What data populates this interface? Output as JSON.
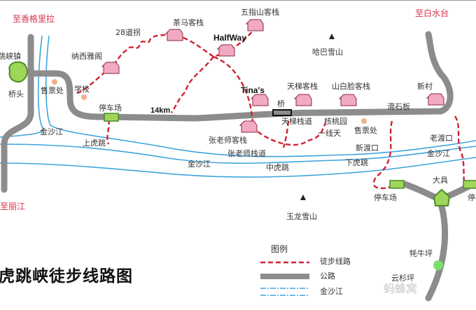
{
  "title": "虎跳峡徒步线路图",
  "colors": {
    "trail": "#d02233",
    "road": "#8c8c8c",
    "river": "#3ea4dc",
    "hotel": "#f2a9c2",
    "parking": "#9ed65a",
    "town": "#9ed65a"
  },
  "directions": {
    "shangrila": "至香格里拉",
    "baishuitai": "至白水台",
    "lijiang": "至丽江"
  },
  "places": {
    "hutiaoxia_town": "虎跳峡镇",
    "qiaotou": "桥头",
    "ticket_office_1": "售票处",
    "school": "学校",
    "naxi_yage": "纳西雅阁",
    "bends_28": "28道拐",
    "chama_inn": "茶马客栈",
    "halfway": "HalfWay",
    "wuzhishan_inn": "五指山客栈",
    "haba_mountain": "哈巴雪山",
    "tinas": "Tina's",
    "bridge": "桥",
    "tianti_inn": "天梯客栈",
    "shanbailian_inn": "山白脸客栈",
    "xincun": "新村",
    "huashiban": "滑石板",
    "distance_14km": "14km",
    "parking_1": "停车场",
    "tianti_path": "天梯栈道",
    "hetaoyuan": "核桃园",
    "yixiantian": "一线天",
    "ticket_office_2": "售票处",
    "old_ferry": "老渡口",
    "new_ferry": "新渡口",
    "jinsha_1": "金沙江",
    "jinsha_2": "金沙江",
    "jinsha_3": "金沙江",
    "teacher_zhang_inn": "张老师客栈",
    "teacher_zhang_path": "张老师栈道",
    "upper_tiger": "上虎跳",
    "middle_tiger": "中虎跳",
    "lower_tiger": "下虎跳",
    "daju": "大具",
    "parking_2": "停车场",
    "parking_3": "停",
    "yulong_mountain": "玉龙雪山",
    "maoniuping": "牦牛坪",
    "yunshanping": "云杉坪"
  },
  "legend": {
    "title": "图例",
    "items": [
      {
        "label": "徒步线路",
        "icon": "trail-line"
      },
      {
        "label": "公路",
        "icon": "road-line"
      },
      {
        "label": "金沙江",
        "icon": "river-line"
      }
    ]
  },
  "watermark": "蚂蜂窝"
}
